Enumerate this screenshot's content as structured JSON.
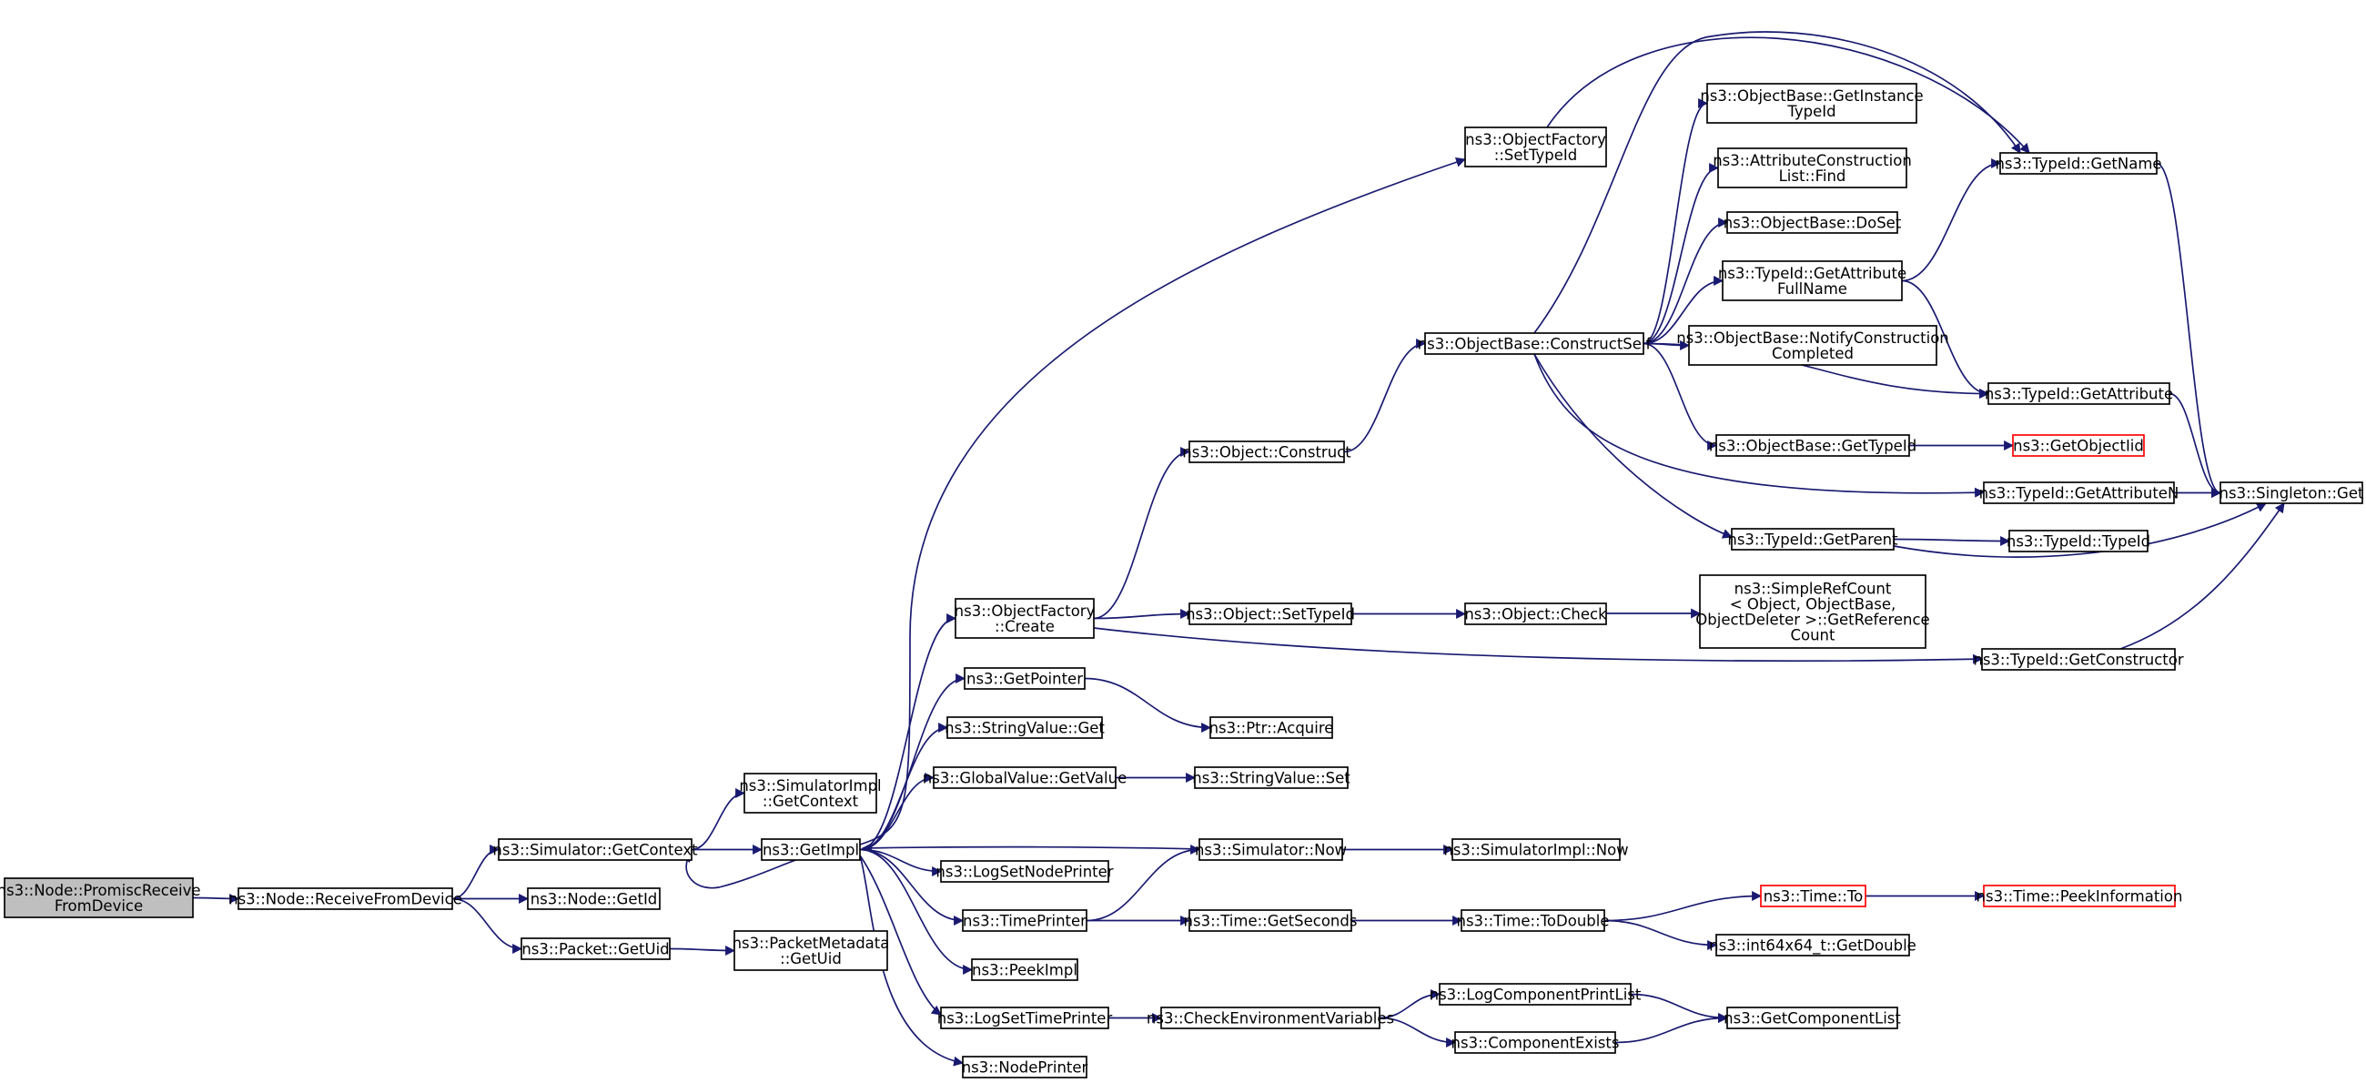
{
  "colors": {
    "edge": "#191970",
    "root_fill": "#bfbfbf",
    "node_border": "#000000",
    "truncated_border": "#ff0000"
  },
  "nodes": [
    {
      "id": "n0",
      "lines": [
        "ns3::Node::PromiscReceive",
        "FromDevice"
      ],
      "kind": "root"
    },
    {
      "id": "n1",
      "lines": [
        "ns3::Node::ReceiveFromDevice"
      ]
    },
    {
      "id": "n2",
      "lines": [
        "ns3::Simulator::GetContext"
      ]
    },
    {
      "id": "n3",
      "lines": [
        "ns3::Node::GetId"
      ]
    },
    {
      "id": "n4",
      "lines": [
        "ns3::Packet::GetUid"
      ]
    },
    {
      "id": "n5",
      "lines": [
        "ns3::SimulatorImpl",
        "::GetContext"
      ]
    },
    {
      "id": "n6",
      "lines": [
        "ns3::GetImpl"
      ]
    },
    {
      "id": "n7",
      "lines": [
        "ns3::PacketMetadata",
        "::GetUid"
      ]
    },
    {
      "id": "n8",
      "lines": [
        "ns3::ObjectFactory",
        "::SetTypeId"
      ]
    },
    {
      "id": "n9",
      "lines": [
        "ns3::ObjectFactory",
        "::Create"
      ]
    },
    {
      "id": "n10",
      "lines": [
        "ns3::GetPointer"
      ]
    },
    {
      "id": "n11",
      "lines": [
        "ns3::StringValue::Get"
      ]
    },
    {
      "id": "n12",
      "lines": [
        "ns3::GlobalValue::GetValue"
      ]
    },
    {
      "id": "n13",
      "lines": [
        "ns3::LogSetNodePrinter"
      ]
    },
    {
      "id": "n14",
      "lines": [
        "ns3::TimePrinter"
      ]
    },
    {
      "id": "n15",
      "lines": [
        "ns3::PeekImpl"
      ]
    },
    {
      "id": "n16",
      "lines": [
        "ns3::LogSetTimePrinter"
      ]
    },
    {
      "id": "n17",
      "lines": [
        "ns3::NodePrinter"
      ]
    },
    {
      "id": "n18",
      "lines": [
        "ns3::Object::Construct"
      ]
    },
    {
      "id": "n19",
      "lines": [
        "ns3::Object::SetTypeId"
      ]
    },
    {
      "id": "n20",
      "lines": [
        "ns3::Ptr::Acquire"
      ]
    },
    {
      "id": "n21",
      "lines": [
        "ns3::StringValue::Set"
      ]
    },
    {
      "id": "n22",
      "lines": [
        "ns3::Simulator::Now"
      ]
    },
    {
      "id": "n23",
      "lines": [
        "ns3::Time::GetSeconds"
      ]
    },
    {
      "id": "n24",
      "lines": [
        "ns3::CheckEnvironmentVariables"
      ]
    },
    {
      "id": "n25",
      "lines": [
        "ns3::ObjectBase::ConstructSelf"
      ]
    },
    {
      "id": "n26",
      "lines": [
        "ns3::Object::Check"
      ]
    },
    {
      "id": "n27",
      "lines": [
        "ns3::SimulatorImpl::Now"
      ]
    },
    {
      "id": "n28",
      "lines": [
        "ns3::Time::ToDouble"
      ]
    },
    {
      "id": "n29",
      "lines": [
        "ns3::LogComponentPrintList"
      ]
    },
    {
      "id": "n30",
      "lines": [
        "ns3::ComponentExists"
      ]
    },
    {
      "id": "n31",
      "lines": [
        "ns3::ObjectBase::GetInstance",
        "TypeId"
      ]
    },
    {
      "id": "n32",
      "lines": [
        "ns3::AttributeConstruction",
        "List::Find"
      ]
    },
    {
      "id": "n33",
      "lines": [
        "ns3::ObjectBase::DoSet"
      ]
    },
    {
      "id": "n34",
      "lines": [
        "ns3::TypeId::GetAttribute",
        "FullName"
      ]
    },
    {
      "id": "n35",
      "lines": [
        "ns3::ObjectBase::NotifyConstruction",
        "Completed"
      ]
    },
    {
      "id": "n36",
      "lines": [
        "ns3::ObjectBase::GetTypeId"
      ]
    },
    {
      "id": "n37",
      "lines": [
        "ns3::TypeId::GetParent"
      ]
    },
    {
      "id": "n38",
      "lines": [
        "ns3::SimpleRefCount",
        "< Object, ObjectBase,",
        "ObjectDeleter >::GetReference",
        "Count"
      ]
    },
    {
      "id": "n39",
      "lines": [
        "ns3::Time::To"
      ],
      "kind": "truncated"
    },
    {
      "id": "n40",
      "lines": [
        "ns3::int64x64_t::GetDouble"
      ]
    },
    {
      "id": "n41",
      "lines": [
        "ns3::GetComponentList"
      ]
    },
    {
      "id": "n42",
      "lines": [
        "ns3::TypeId::GetName"
      ]
    },
    {
      "id": "n43",
      "lines": [
        "ns3::TypeId::GetAttribute"
      ]
    },
    {
      "id": "n44",
      "lines": [
        "ns3::GetObjectIid"
      ],
      "kind": "truncated"
    },
    {
      "id": "n45",
      "lines": [
        "ns3::TypeId::GetAttributeN"
      ]
    },
    {
      "id": "n46",
      "lines": [
        "ns3::TypeId::TypeId"
      ]
    },
    {
      "id": "n47",
      "lines": [
        "ns3::TypeId::GetConstructor"
      ]
    },
    {
      "id": "n48",
      "lines": [
        "ns3::Time::PeekInformation"
      ],
      "kind": "truncated"
    },
    {
      "id": "n49",
      "lines": [
        "ns3::Singleton::Get"
      ]
    }
  ],
  "edges": [
    {
      "from": "n0",
      "to": "n1"
    },
    {
      "from": "n1",
      "to": "n2"
    },
    {
      "from": "n1",
      "to": "n3"
    },
    {
      "from": "n1",
      "to": "n4"
    },
    {
      "from": "n2",
      "to": "n5"
    },
    {
      "from": "n2",
      "to": "n6"
    },
    {
      "from": "n4",
      "to": "n7"
    },
    {
      "from": "n6",
      "to": "n8"
    },
    {
      "from": "n6",
      "to": "n9"
    },
    {
      "from": "n6",
      "to": "n10"
    },
    {
      "from": "n6",
      "to": "n11"
    },
    {
      "from": "n6",
      "to": "n12"
    },
    {
      "from": "n6",
      "to": "n13"
    },
    {
      "from": "n6",
      "to": "n14"
    },
    {
      "from": "n6",
      "to": "n15"
    },
    {
      "from": "n6",
      "to": "n16"
    },
    {
      "from": "n6",
      "to": "n17"
    },
    {
      "from": "n6",
      "to": "n2"
    },
    {
      "from": "n9",
      "to": "n18"
    },
    {
      "from": "n9",
      "to": "n19"
    },
    {
      "from": "n9",
      "to": "n47"
    },
    {
      "from": "n10",
      "to": "n20"
    },
    {
      "from": "n12",
      "to": "n21"
    },
    {
      "from": "n14",
      "to": "n22"
    },
    {
      "from": "n14",
      "to": "n23"
    },
    {
      "from": "n16",
      "to": "n24"
    },
    {
      "from": "n18",
      "to": "n25"
    },
    {
      "from": "n19",
      "to": "n26"
    },
    {
      "from": "n22",
      "to": "n6"
    },
    {
      "from": "n22",
      "to": "n27"
    },
    {
      "from": "n23",
      "to": "n28"
    },
    {
      "from": "n24",
      "to": "n29"
    },
    {
      "from": "n24",
      "to": "n30"
    },
    {
      "from": "n25",
      "to": "n31"
    },
    {
      "from": "n25",
      "to": "n32"
    },
    {
      "from": "n25",
      "to": "n33"
    },
    {
      "from": "n25",
      "to": "n34"
    },
    {
      "from": "n25",
      "to": "n35"
    },
    {
      "from": "n25",
      "to": "n36"
    },
    {
      "from": "n25",
      "to": "n37"
    },
    {
      "from": "n25",
      "to": "n42"
    },
    {
      "from": "n25",
      "to": "n43"
    },
    {
      "from": "n25",
      "to": "n45"
    },
    {
      "from": "n26",
      "to": "n38"
    },
    {
      "from": "n28",
      "to": "n39"
    },
    {
      "from": "n28",
      "to": "n40"
    },
    {
      "from": "n29",
      "to": "n41"
    },
    {
      "from": "n30",
      "to": "n41"
    },
    {
      "from": "n8",
      "to": "n42"
    },
    {
      "from": "n34",
      "to": "n42"
    },
    {
      "from": "n34",
      "to": "n43"
    },
    {
      "from": "n36",
      "to": "n44"
    },
    {
      "from": "n37",
      "to": "n46"
    },
    {
      "from": "n37",
      "to": "n49"
    },
    {
      "from": "n39",
      "to": "n48"
    },
    {
      "from": "n42",
      "to": "n49"
    },
    {
      "from": "n43",
      "to": "n49"
    },
    {
      "from": "n45",
      "to": "n49"
    },
    {
      "from": "n47",
      "to": "n49"
    }
  ]
}
